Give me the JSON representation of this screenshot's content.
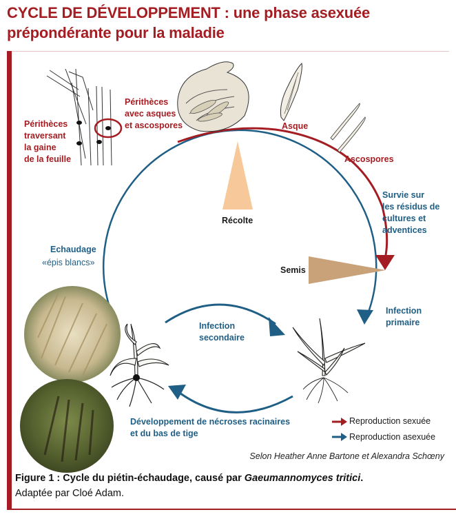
{
  "title": {
    "line1": "CYCLE DE DÉVELOPPEMENT : une phase asexuée",
    "line2": "prépondérante pour la maladie"
  },
  "labels": {
    "peritheces_gaine": "Périthèces\ntraversant\nla gaine\nde la feuille",
    "peritheces_asques": "Périthèces\navec asques\net ascospores",
    "asque": "Asque",
    "ascospores": "Ascospores",
    "survie": "Survie sur\nles résidus de\ncultures et\nadventices",
    "recolte": "Récolte",
    "semis": "Semis",
    "echaudage_title": "Echaudage",
    "echaudage_sub": "«épis blancs»",
    "infection_primaire": "Infection\nprimaire",
    "infection_secondaire": "Infection\nsecondaire",
    "developpement": "Développement de nécroses racinaires\net du bas de tige"
  },
  "legend": {
    "sexuee": "Reproduction sexuée",
    "asexuee": "Reproduction asexuée"
  },
  "colors": {
    "red": "#a31d22",
    "blue": "#1f5e85",
    "tan": "#c9a27a",
    "peach": "#f7c99a"
  },
  "credit": "Selon Heather Anne Bartone et Alexandra Schœny",
  "caption": {
    "prefix": "Figure 1 : Cycle du piétin-échaudage, causé par ",
    "species": "Gaeumannomyces tritici",
    "suffix": ".",
    "line2": "Adaptée par Cloé Adam."
  }
}
